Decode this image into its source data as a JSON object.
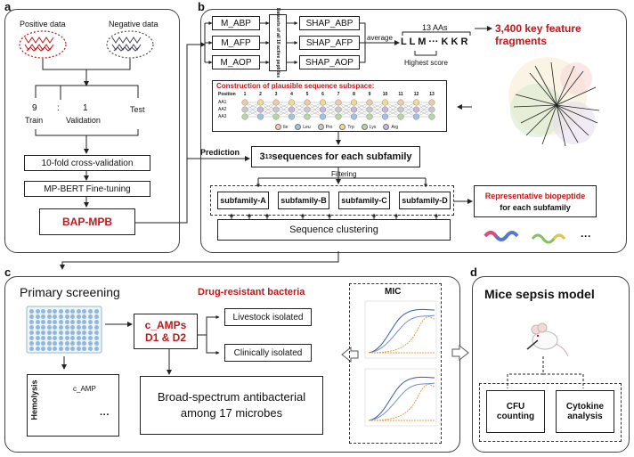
{
  "panels": {
    "a": "a",
    "b": "b",
    "c": "c",
    "d": "d"
  },
  "a": {
    "positive": "Positive data",
    "negative": "Negative data",
    "split": {
      "train_n": "9",
      "colon": ":",
      "val_n": "1",
      "train": "Train",
      "validation": "Validation",
      "test": "Test"
    },
    "cv": "10-fold cross-validation",
    "finetune": "MP-BERT Fine-tuning",
    "model": "BAP-MPB"
  },
  "b": {
    "models": [
      "M_ABP",
      "M_AFP",
      "M_AOP"
    ],
    "dataset_label": "Datasets of all 18 active peptides",
    "shap": [
      "SHAP_ABP",
      "SHAP_AFP",
      "SHAP_AOP"
    ],
    "average": "average",
    "aas_label": "13 AAs",
    "seq": {
      "l1": "L",
      "l2": "L",
      "m": "M",
      "dots": "···",
      "k1": "K",
      "k2": "K",
      "r": "R"
    },
    "highest": "Highest score",
    "key_fragments": "3,400 key feature fragments",
    "subspace_title": "Construction of plausible sequence subspace:",
    "position_label": "Position",
    "positions": [
      "1",
      "2",
      "3",
      "4",
      "5",
      "6",
      "7",
      "8",
      "9",
      "10",
      "11",
      "12",
      "13"
    ],
    "aa_rows": [
      "AA1",
      "AA2",
      "AA3"
    ],
    "legend": [
      {
        "name": "Ile",
        "color": "#f0c9a8"
      },
      {
        "name": "Leu",
        "color": "#9ec3e0"
      },
      {
        "name": "Pro",
        "color": "#c9c9c9"
      },
      {
        "name": "Trp",
        "color": "#f4d98a"
      },
      {
        "name": "Lys",
        "color": "#b7d7a0"
      },
      {
        "name": "Arg",
        "color": "#c7b5db"
      }
    ],
    "prediction": "Prediction",
    "seq_space_base": "3",
    "seq_space_exp": "13",
    "seq_space_rest": " sequences for each subfamily",
    "filtering": "Filtering",
    "subfamilies": [
      "subfamily-A",
      "subfamily-B",
      "subfamily-C",
      "subfamily-D"
    ],
    "rep_title": "Representative biopeptide",
    "rep_sub": "for each subfamily",
    "clustering": "Sequence clustering",
    "more": "···"
  },
  "c": {
    "primary": "Primary screening",
    "hemolysis": "Hemolysis",
    "c_amp_tube": "c_AMP",
    "more": "···",
    "c_amps_1": "c_AMPs",
    "c_amps_2": "D1 & D2",
    "drug_resistant": "Drug-resistant bacteria",
    "livestock": "Livestock isolated",
    "clinical": "Clinically isolated",
    "broad_1": "Broad-spectrum antibacterial",
    "broad_2": "among 17 microbes",
    "mic": "MIC"
  },
  "d": {
    "title": "Mice sepsis model",
    "cfu_1": "CFU",
    "cfu_2": "counting",
    "cyto_1": "Cytokine",
    "cyto_2": "analysis"
  },
  "colors": {
    "red": "#c0181b",
    "blue": "#3b5ba5",
    "orange": "#e8a24a",
    "gray": "#888888"
  }
}
